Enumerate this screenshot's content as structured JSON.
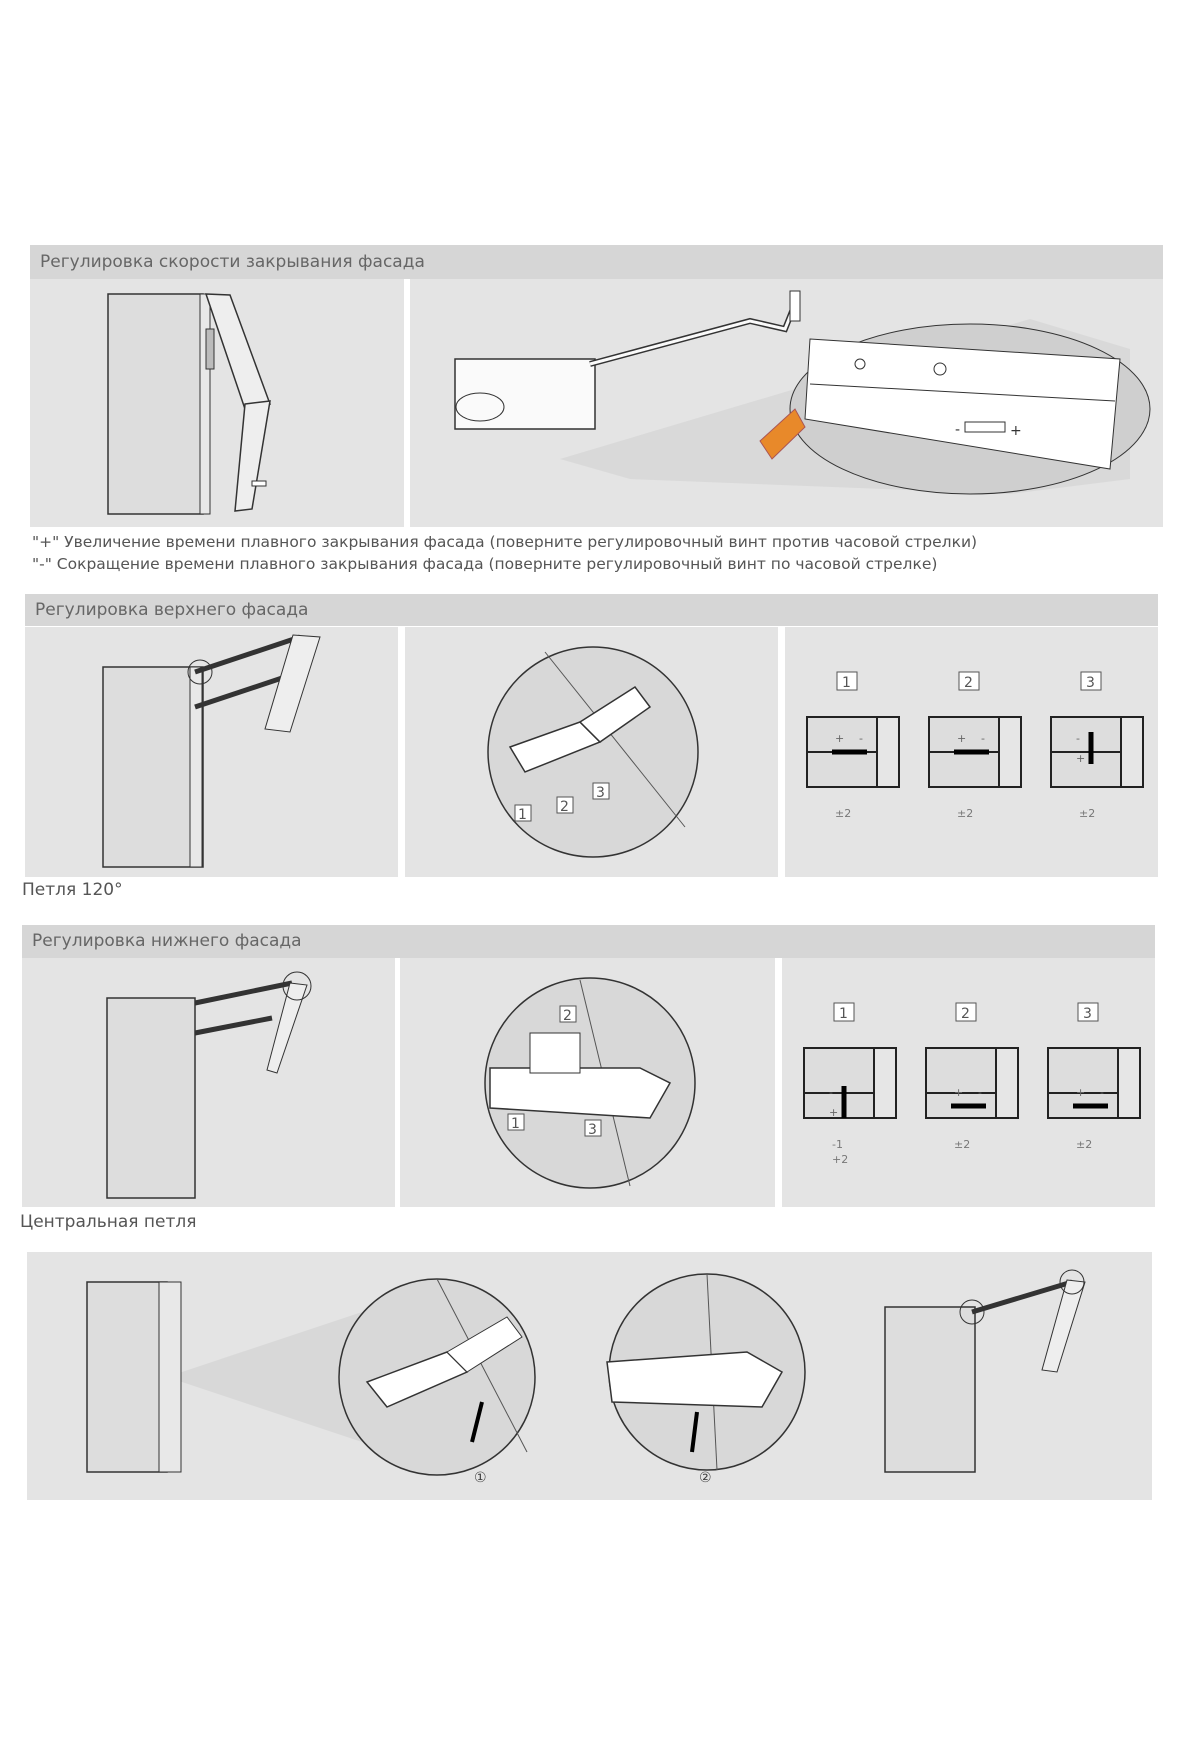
{
  "sections": [
    {
      "title": "Регулировка скорости закрывания фасада",
      "notes": [
        "\"+\" Увеличение времени плавного закрывания фасада (поверните регулировочный винт против часовой стрелки)",
        "\"-\" Сокращение времени плавного закрывания фасада (поверните регулировочный винт по часовой стрелке)"
      ],
      "mechanism_marks": {
        "minus": "-",
        "plus": "+"
      }
    },
    {
      "title": "Регулировка верхнего фасада",
      "caption": "Петля 120°",
      "hinge_callouts": [
        "1",
        "2",
        "3"
      ],
      "adjustments": [
        {
          "num": "1",
          "signs": [
            "+",
            "-"
          ],
          "tolerance": "±2"
        },
        {
          "num": "2",
          "signs": [
            "+",
            "-"
          ],
          "tolerance": "±2"
        },
        {
          "num": "3",
          "signs": [
            "-",
            "+"
          ],
          "tolerance": "±2"
        }
      ]
    },
    {
      "title": "Регулировка нижнего фасада",
      "caption": "Центральная петля",
      "hinge_callouts": [
        "2",
        "1",
        "3"
      ],
      "adjustments": [
        {
          "num": "1",
          "signs": [
            "-",
            "+"
          ],
          "tolerance": "-1",
          "tolerance2": "+2"
        },
        {
          "num": "2",
          "signs": [
            "+",
            "-"
          ],
          "tolerance": "±2"
        },
        {
          "num": "3",
          "signs": [
            "+",
            "-"
          ],
          "tolerance": "±2"
        }
      ]
    },
    {
      "steps": [
        "①",
        "②"
      ]
    }
  ],
  "colors": {
    "header": "#d6d6d6",
    "panel": "#e4e4e4",
    "accent": "#e8892a"
  }
}
